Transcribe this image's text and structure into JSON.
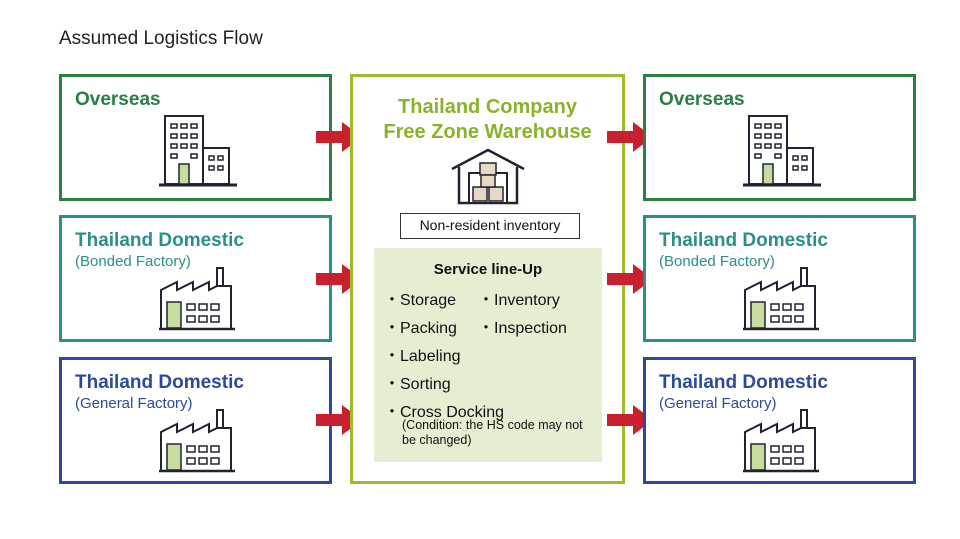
{
  "title": "Assumed Logistics Flow",
  "left": {
    "overseas": {
      "label": "Overseas",
      "icon": "office-building-icon"
    },
    "bonded": {
      "label": "Thailand Domestic",
      "sub": "(Bonded Factory)",
      "icon": "factory-icon"
    },
    "general": {
      "label": "Thailand Domestic",
      "sub": "(General Factory)",
      "icon": "factory-icon"
    }
  },
  "center": {
    "title_line1": "Thailand Company",
    "title_line2": "Free Zone Warehouse",
    "icon": "warehouse-icon",
    "inventory_label": "Non-resident inventory",
    "services_heading": "Service line-Up",
    "services": [
      "・Storage",
      "・Inventory",
      "・Packing",
      "・Inspection",
      "・Labeling",
      "・Sorting",
      "・Cross Docking"
    ],
    "note": "(Condition: the HS code may not be changed)"
  },
  "right": {
    "overseas": {
      "label": "Overseas",
      "icon": "office-building-icon"
    },
    "bonded": {
      "label": "Thailand Domestic",
      "sub": "(Bonded Factory)",
      "icon": "factory-icon"
    },
    "general": {
      "label": "Thailand Domestic",
      "sub": "(General Factory)",
      "icon": "factory-icon"
    }
  },
  "colors": {
    "overseas_green": "#2a7f43",
    "bonded_teal": "#2a8f86",
    "general_blue": "#2b4a9e",
    "center_green": "#9dbb2f",
    "services_bg": "#e6eed1",
    "arrow_red": "#c8202f"
  }
}
